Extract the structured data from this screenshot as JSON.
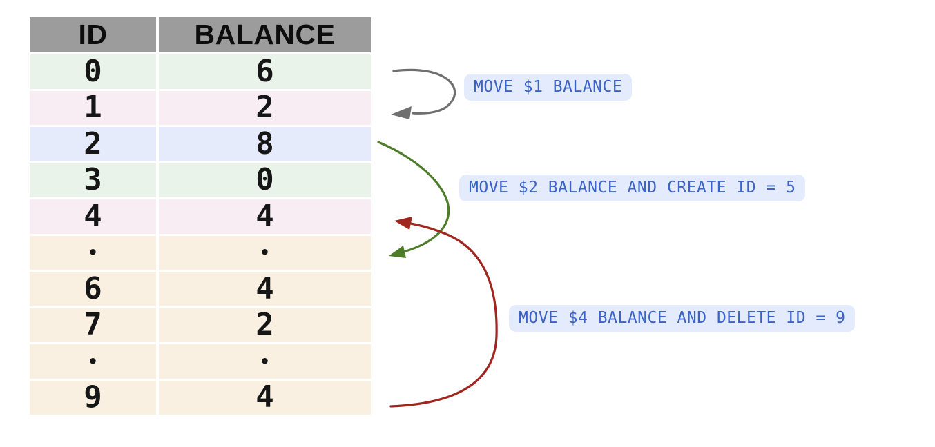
{
  "diagram": {
    "table": {
      "headers": [
        "ID",
        "BALANCE"
      ],
      "rows": [
        {
          "id": "0",
          "balance": "6"
        },
        {
          "id": "1",
          "balance": "2"
        },
        {
          "id": "2",
          "balance": "8"
        },
        {
          "id": "3",
          "balance": "0"
        },
        {
          "id": "4",
          "balance": "4"
        },
        {
          "id": "•",
          "balance": "•"
        },
        {
          "id": "6",
          "balance": "4"
        },
        {
          "id": "7",
          "balance": "2"
        },
        {
          "id": "•",
          "balance": "•"
        },
        {
          "id": "9",
          "balance": "4"
        }
      ]
    },
    "annotations": [
      {
        "label": "MOVE $1 BALANCE",
        "arrow_color": "#6f6f6f",
        "from_id": "0",
        "to_id": "1"
      },
      {
        "label": "MOVE $2 BALANCE AND CREATE ID = 5",
        "arrow_color": "#4e7d2a",
        "from_id": "2",
        "to_id": "5"
      },
      {
        "label": "MOVE $4 BALANCE AND DELETE ID = 9",
        "arrow_color": "#a0261f",
        "from_id": "9",
        "to_id": "4"
      }
    ],
    "colors": {
      "header_bg": "#9c9c9c",
      "row_green": "#eaf3ea",
      "row_pink": "#f7edf3",
      "row_blue": "#e5ebfa",
      "row_cream": "#faf0e2",
      "pill_bg": "#e4ebfc",
      "pill_text": "#3b63c8",
      "arrow_gray": "#6f6f6f",
      "arrow_green": "#4e7d2a",
      "arrow_red": "#a0261f"
    }
  }
}
